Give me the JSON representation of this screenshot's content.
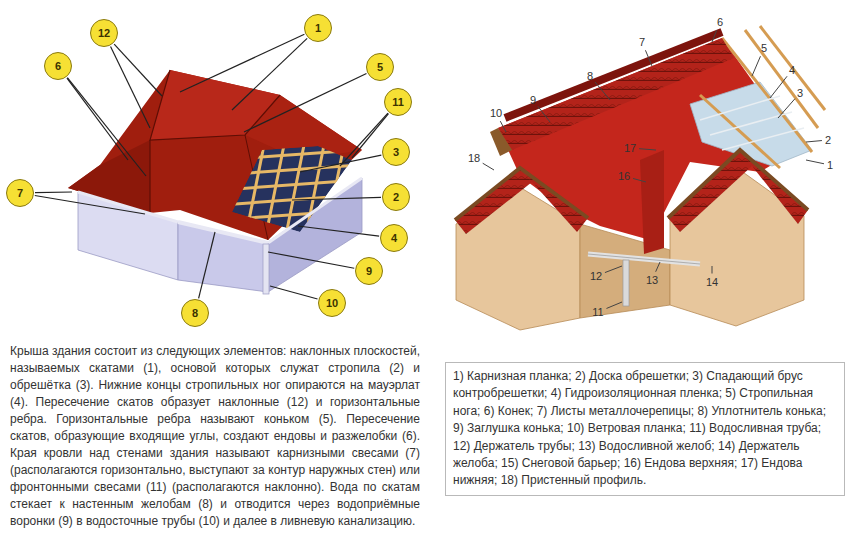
{
  "diagram": {
    "nodes": [
      {
        "text": [
          "1"
        ]
      },
      {
        "text": [
          "12"
        ]
      },
      {
        "text": [
          "6"
        ]
      },
      {
        "text": [
          "5"
        ]
      },
      {
        "text": [
          "11"
        ]
      },
      {
        "text": [
          "3"
        ]
      },
      {
        "text": [
          "7"
        ]
      },
      {
        "text": [
          "2"
        ]
      },
      {
        "text": [
          "4"
        ]
      },
      {
        "text": [
          "9"
        ]
      },
      {
        "text": [
          "10"
        ]
      },
      {
        "text": [
          "8"
        ]
      },
      {
        "text": [
          "1) Карнизная планка; 2) Доска обрешетки; 3) Спадающий брус контробрешетки; 4) Гидроизоляционная пленка; 5) Стропильная нога; 6) Конек; 7) Листы металлочерепицы; 8) Уплотнитель конька; 9) Заглушка конька; 10) Ветровая планка; 11) Водосливная труба; 12) Держатель трубы; 13) Водосливной желоб; 14) Держатель желоба; 15) Снеговой барьер; 16) Ендова верхняя; 17) Ендова нижняя; 18) Пристенный профиль."
        ]
      }
    ],
    "labels": [
      "6",
      "7",
      "5",
      "8",
      "4",
      "9",
      "3",
      "10",
      "2",
      "17",
      "1",
      "18",
      "16",
      "12",
      "13",
      "14",
      "11",
      "Крыша здания состоит из следующих элементов: наклонных плоскостей, называемых скатами (1), основой которых служат стропила (2) и обрешётка (3). Нижние концы стропильных ног опираются на мауэрлат (4). Пересечение скатов образует наклонные (12) и горизонтальные ребра. Горизонтальные ребра называют коньком (5). Пересечение скатов, образующие входящие углы, создают ендовы и разжелобки (6). Края кровли над стенами здания называют карнизными свесами (7) (располагаются горизонтально, выступают за контур наружных стен) или фронтонными свесами (11) (располагаются наклонно). Вода по скатам стекает к настенным желобам (8) и отводится через водоприёмные воронки (9) в водосточные трубы (10) и далее в ливневую канализацию."
    ]
  }
}
